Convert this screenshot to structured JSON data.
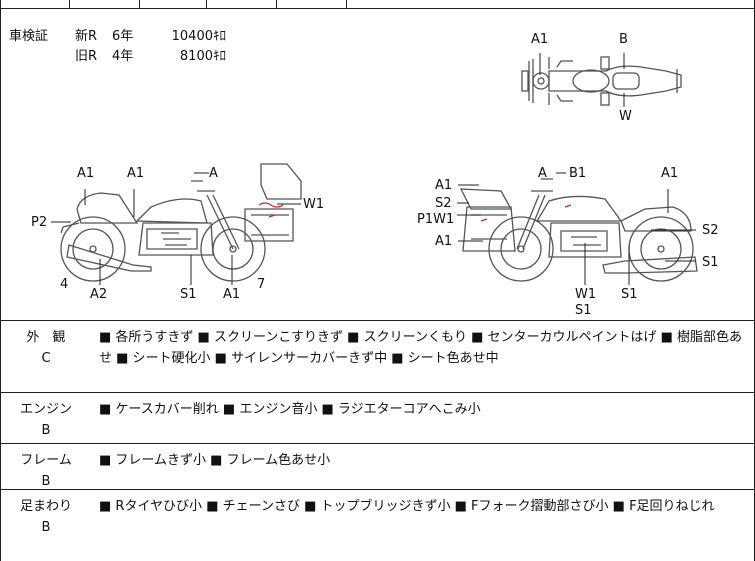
{
  "shaken": {
    "label": "車検証",
    "rows": [
      {
        "type": "新R",
        "years": "6年",
        "km": "10400ｷﾛ"
      },
      {
        "type": "旧R",
        "years": "4年",
        "km": "8100ｷﾛ"
      }
    ]
  },
  "diagram_labels": {
    "top": {
      "a1": "A1",
      "b": "B",
      "w": "W"
    },
    "left": {
      "a1_left": "A1",
      "a1_center": "A1",
      "a": "A",
      "w1": "W1",
      "p2": "P2",
      "four": "4",
      "a2": "A2",
      "s1": "S1",
      "a1_bottom": "A1",
      "seven": "7"
    },
    "right": {
      "a_top": "A",
      "b1": "B1",
      "a1_right": "A1",
      "a1_upper": "A1",
      "s2_left": "S2",
      "p1w1": "P1W1",
      "a1_lower": "A1",
      "s2_right": "S2",
      "s1_right": "S1",
      "w1": "W1",
      "s1_bottom": "S1",
      "s1_mid": "S1"
    }
  },
  "conditions": [
    {
      "name": "外　観",
      "grade": "C",
      "notes": "■ 各所うすきず ■ スクリーンこすりきず ■ スクリーンくもり ■ センターカウルペイントはげ ■ 樹脂部色あせ ■ シート硬化小 ■ サイレンサーカバーきず中 ■ シート色あせ中"
    },
    {
      "name": "エンジン",
      "grade": "B",
      "notes": "■ ケースカバー削れ ■ エンジン音小 ■ ラジエターコアへこみ小"
    },
    {
      "name": "フレーム",
      "grade": "B",
      "notes": "■ フレームきず小 ■ フレーム色あせ小"
    },
    {
      "name": "足まわり",
      "grade": "B",
      "notes": "■ Rタイヤひび小 ■ チェーンさび ■ トップブリッジきず小 ■ Fフォーク摺動部さび小 ■ F足回りねじれ"
    }
  ],
  "colors": {
    "line": "#222222",
    "damage_mark": "#cc2222",
    "sketch": "#555555"
  }
}
